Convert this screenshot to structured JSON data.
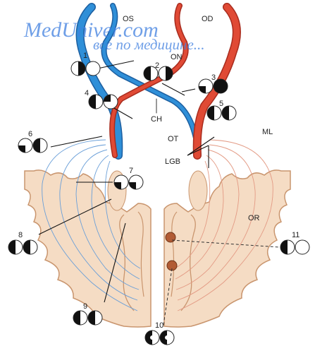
{
  "watermark": {
    "site": "MedUniver.com",
    "tagline": "все по медицине..."
  },
  "labels": {
    "os": "OS",
    "od": "OD",
    "on": "ON",
    "ch": "CH",
    "ot": "OT",
    "lgb": "LGB",
    "ml": "ML",
    "or": "OR"
  },
  "lesions": [
    {
      "number": "1",
      "left_eye": "right-half-dark",
      "right_eye": "clear"
    },
    {
      "number": "2",
      "left_eye": "left-half-dark",
      "right_eye": "right-half-dark"
    },
    {
      "number": "3",
      "left_eye": "left-lower-quadrant-dark",
      "right_eye": "full-dark"
    },
    {
      "number": "4",
      "left_eye": "left-half-dark",
      "right_eye": "left-upper-quadrant-dark"
    },
    {
      "number": "5",
      "left_eye": "left-half-dark",
      "right_eye": "left-half-dark"
    },
    {
      "number": "6",
      "left_eye": "left-lower-quadrant-dark",
      "right_eye": "left-half-dark"
    },
    {
      "number": "7",
      "left_eye": "left-lower-quadrant-dark",
      "right_eye": "left-lower-quadrant-dark"
    },
    {
      "number": "8",
      "left_eye": "left-half-dark",
      "right_eye": "left-half-dark"
    },
    {
      "number": "9",
      "left_eye": "left-half-dark",
      "right_eye": "left-half-dark"
    },
    {
      "number": "10",
      "left_eye": "left-half-dark-macula-spared",
      "right_eye": "left-half-dark-macula-spared"
    },
    {
      "number": "11",
      "left_eye": "left-half-dark",
      "right_eye": "clear"
    }
  ],
  "colors": {
    "left_pathway": "#2f8fd8",
    "right_pathway": "#e04a35",
    "cortex_fill": "#f5dcc4",
    "cortex_edge": "#c9956e",
    "lesion_dot": "#b25b34",
    "field_dark": "#111111"
  }
}
